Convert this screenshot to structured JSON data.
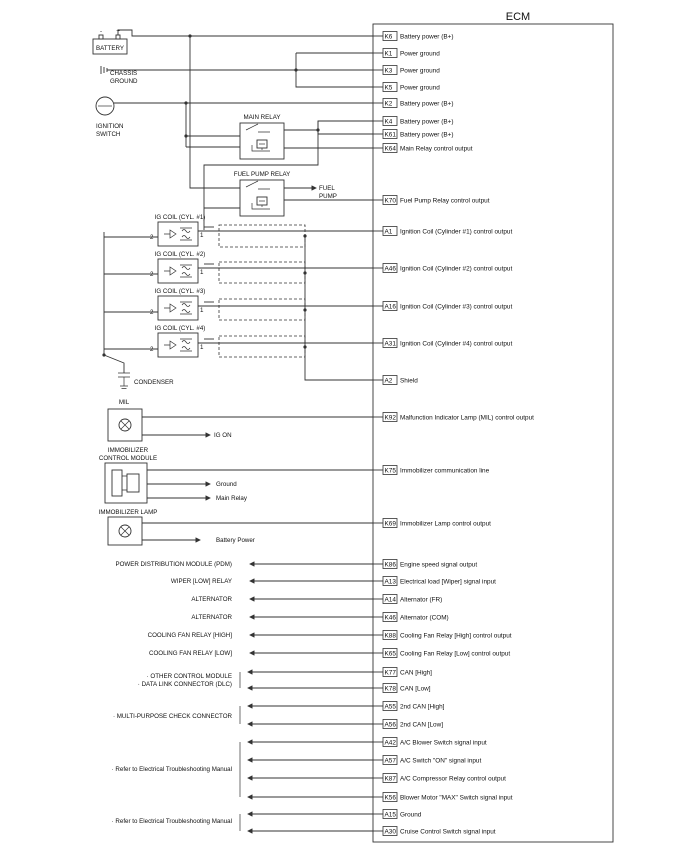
{
  "ecm": {
    "title": "ECM",
    "pins": [
      {
        "id": "k6",
        "code": "K6",
        "desc": "Battery power (B+)"
      },
      {
        "id": "k1",
        "code": "K1",
        "desc": "Power ground"
      },
      {
        "id": "k3",
        "code": "K3",
        "desc": "Power ground"
      },
      {
        "id": "k5",
        "code": "K5",
        "desc": "Power ground"
      },
      {
        "id": "k2",
        "code": "K2",
        "desc": "Battery power (B+)"
      },
      {
        "id": "k4",
        "code": "K4",
        "desc": "Battery power (B+)"
      },
      {
        "id": "k61",
        "code": "K61",
        "desc": "Battery power (B+)"
      },
      {
        "id": "k64",
        "code": "K64",
        "desc": "Main Relay control output"
      },
      {
        "id": "k70",
        "code": "K70",
        "desc": "Fuel Pump Relay control output"
      },
      {
        "id": "a1",
        "code": "A1",
        "desc": "Ignition Coil (Cylinder #1) control output"
      },
      {
        "id": "a46",
        "code": "A46",
        "desc": "Ignition Coil (Cylinder #2) control output"
      },
      {
        "id": "a16",
        "code": "A16",
        "desc": "Ignition Coil (Cylinder #3) control output"
      },
      {
        "id": "a31",
        "code": "A31",
        "desc": "Ignition Coil (Cylinder #4) control output"
      },
      {
        "id": "a2",
        "code": "A2",
        "desc": "Shield"
      },
      {
        "id": "k92",
        "code": "K92",
        "desc": "Malfunction Indicator Lamp (MIL) control output"
      },
      {
        "id": "k75",
        "code": "K75",
        "desc": "Immobilizer communication line"
      },
      {
        "id": "k69",
        "code": "K69",
        "desc": "Immobilizer Lamp control output"
      },
      {
        "id": "k86",
        "code": "K86",
        "desc": "Engine speed signal output"
      },
      {
        "id": "a13",
        "code": "A13",
        "desc": "Electrical load [Wiper] signal input"
      },
      {
        "id": "a14",
        "code": "A14",
        "desc": "Alternator (FR)"
      },
      {
        "id": "k46",
        "code": "K46",
        "desc": "Alternator (COM)"
      },
      {
        "id": "k88",
        "code": "K88",
        "desc": "Cooling Fan Relay [High] control output"
      },
      {
        "id": "k65",
        "code": "K65",
        "desc": "Cooling Fan Relay [Low] control output"
      },
      {
        "id": "k77",
        "code": "K77",
        "desc": "CAN [High]"
      },
      {
        "id": "k78",
        "code": "K78",
        "desc": "CAN [Low]"
      },
      {
        "id": "a55",
        "code": "A55",
        "desc": "2nd CAN [High]"
      },
      {
        "id": "a56",
        "code": "A56",
        "desc": "2nd CAN [Low]"
      },
      {
        "id": "a42",
        "code": "A42",
        "desc": "A/C Blower Switch signal input"
      },
      {
        "id": "a57",
        "code": "A57",
        "desc": "A/C Switch \"ON\" signal input"
      },
      {
        "id": "k87",
        "code": "K87",
        "desc": "A/C Compressor Relay control output"
      },
      {
        "id": "k56",
        "code": "K56",
        "desc": "Blower Motor \"MAX\" Switch signal input"
      },
      {
        "id": "a15",
        "code": "A15",
        "desc": "Ground"
      },
      {
        "id": "a30",
        "code": "A30",
        "desc": "Cruise Control Switch signal input"
      }
    ]
  },
  "components": {
    "battery": {
      "label": "BATTERY",
      "minus": "-",
      "plus": "+"
    },
    "chassis_ground": {
      "line1": "CHASSIS",
      "line2": "GROUND"
    },
    "ignition_switch": {
      "line1": "IGNITION",
      "line2": "SWITCH"
    },
    "main_relay": {
      "label": "MAIN RELAY"
    },
    "fuel_pump_relay": {
      "label": "FUEL PUMP RELAY"
    },
    "fuel_pump": {
      "line1": "FUEL",
      "line2": "PUMP"
    },
    "ig_coils": [
      {
        "label": "IG COIL (CYL. #1)",
        "pin_left": "2",
        "pin_right": "1"
      },
      {
        "label": "IG COIL (CYL. #2)",
        "pin_left": "2",
        "pin_right": "1"
      },
      {
        "label": "IG COIL (CYL. #3)",
        "pin_left": "2",
        "pin_right": "1"
      },
      {
        "label": "IG COIL (CYL. #4)",
        "pin_left": "2",
        "pin_right": "1"
      }
    ],
    "condenser": {
      "label": "CONDENSER"
    },
    "mil": {
      "label": "MIL",
      "ig_on": "IG ON"
    },
    "immobilizer": {
      "line1": "IMMOBILIZER",
      "line2": "CONTROL MODULE",
      "ground": "Ground",
      "main_relay": "Main Relay"
    },
    "immobilizer_lamp": {
      "label": "IMMOBILIZER LAMP",
      "battery_power": "Battery Power"
    }
  },
  "external": {
    "pdm": "POWER DISTRIBUTION MODULE (PDM)",
    "wiper": "WIPER [LOW] RELAY",
    "alternator1": "ALTERNATOR",
    "alternator2": "ALTERNATOR",
    "cfan_high": "COOLING FAN RELAY [HIGH]",
    "cfan_low": "COOLING FAN RELAY [LOW]",
    "can_line1": "· OTHER CONTROL MODULE",
    "can_line2": "· DATA LINK CONNECTOR (DLC)",
    "mpc": "· MULTI-PURPOSE CHECK CONNECTOR",
    "refer1": "· Refer to Electrical Troubleshooting Manual",
    "refer2": "· Refer to Electrical Troubleshooting Manual"
  }
}
